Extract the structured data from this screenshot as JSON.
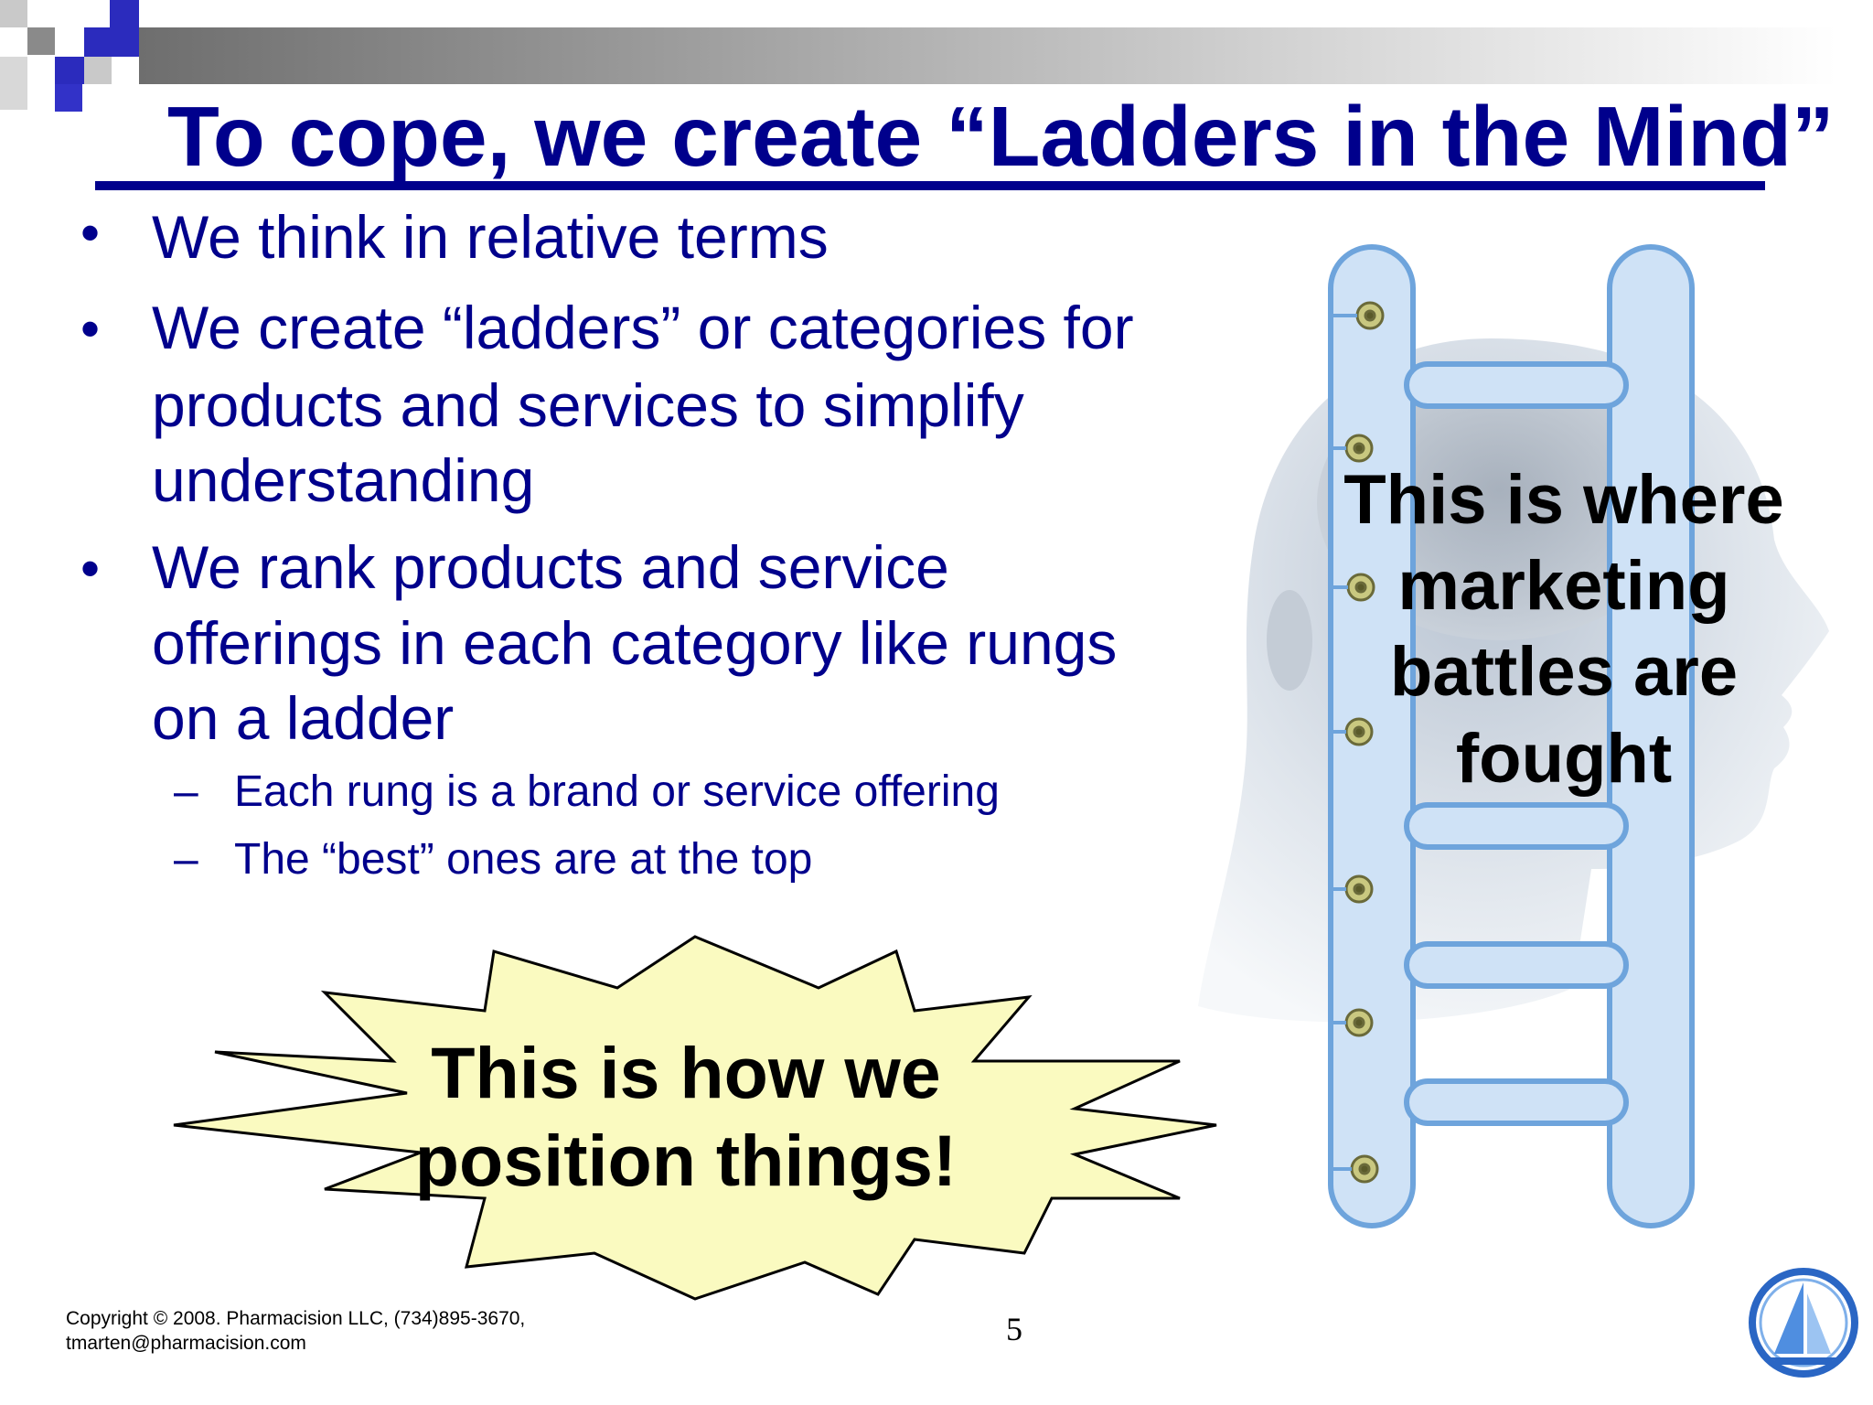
{
  "slide": {
    "title": "To cope, we create “Ladders in the Mind”",
    "bullets": [
      {
        "lines": [
          "We think in relative terms"
        ]
      },
      {
        "lines": [
          "We create “ladders” or categories for",
          "products and services to simplify",
          "understanding"
        ]
      },
      {
        "lines": [
          "We rank products and service",
          "offerings in each category like rungs",
          "on a ladder"
        ]
      }
    ],
    "subbullets": [
      "Each rung is a brand or service offering",
      "The “best” ones are at the top"
    ],
    "callout_right": [
      "This is where",
      "marketing",
      "battles are",
      "fought"
    ],
    "callout_star": [
      "This is how we",
      "position things!"
    ],
    "footer": [
      "Copyright © 2008. Pharmacision LLC, (734)895-3670,",
      "tmarten@pharmacision.com"
    ],
    "page_number": "5",
    "colors": {
      "title": "#00008c",
      "text": "#00008c",
      "starburst_fill": "#fafac0",
      "ladder_fill": "#cfe2f6",
      "ladder_stroke": "#6ea4dc"
    },
    "icons": [
      "bullet-dot",
      "dash",
      "head-silhouette",
      "ladder",
      "starburst",
      "sailboat-logo-icon"
    ]
  }
}
